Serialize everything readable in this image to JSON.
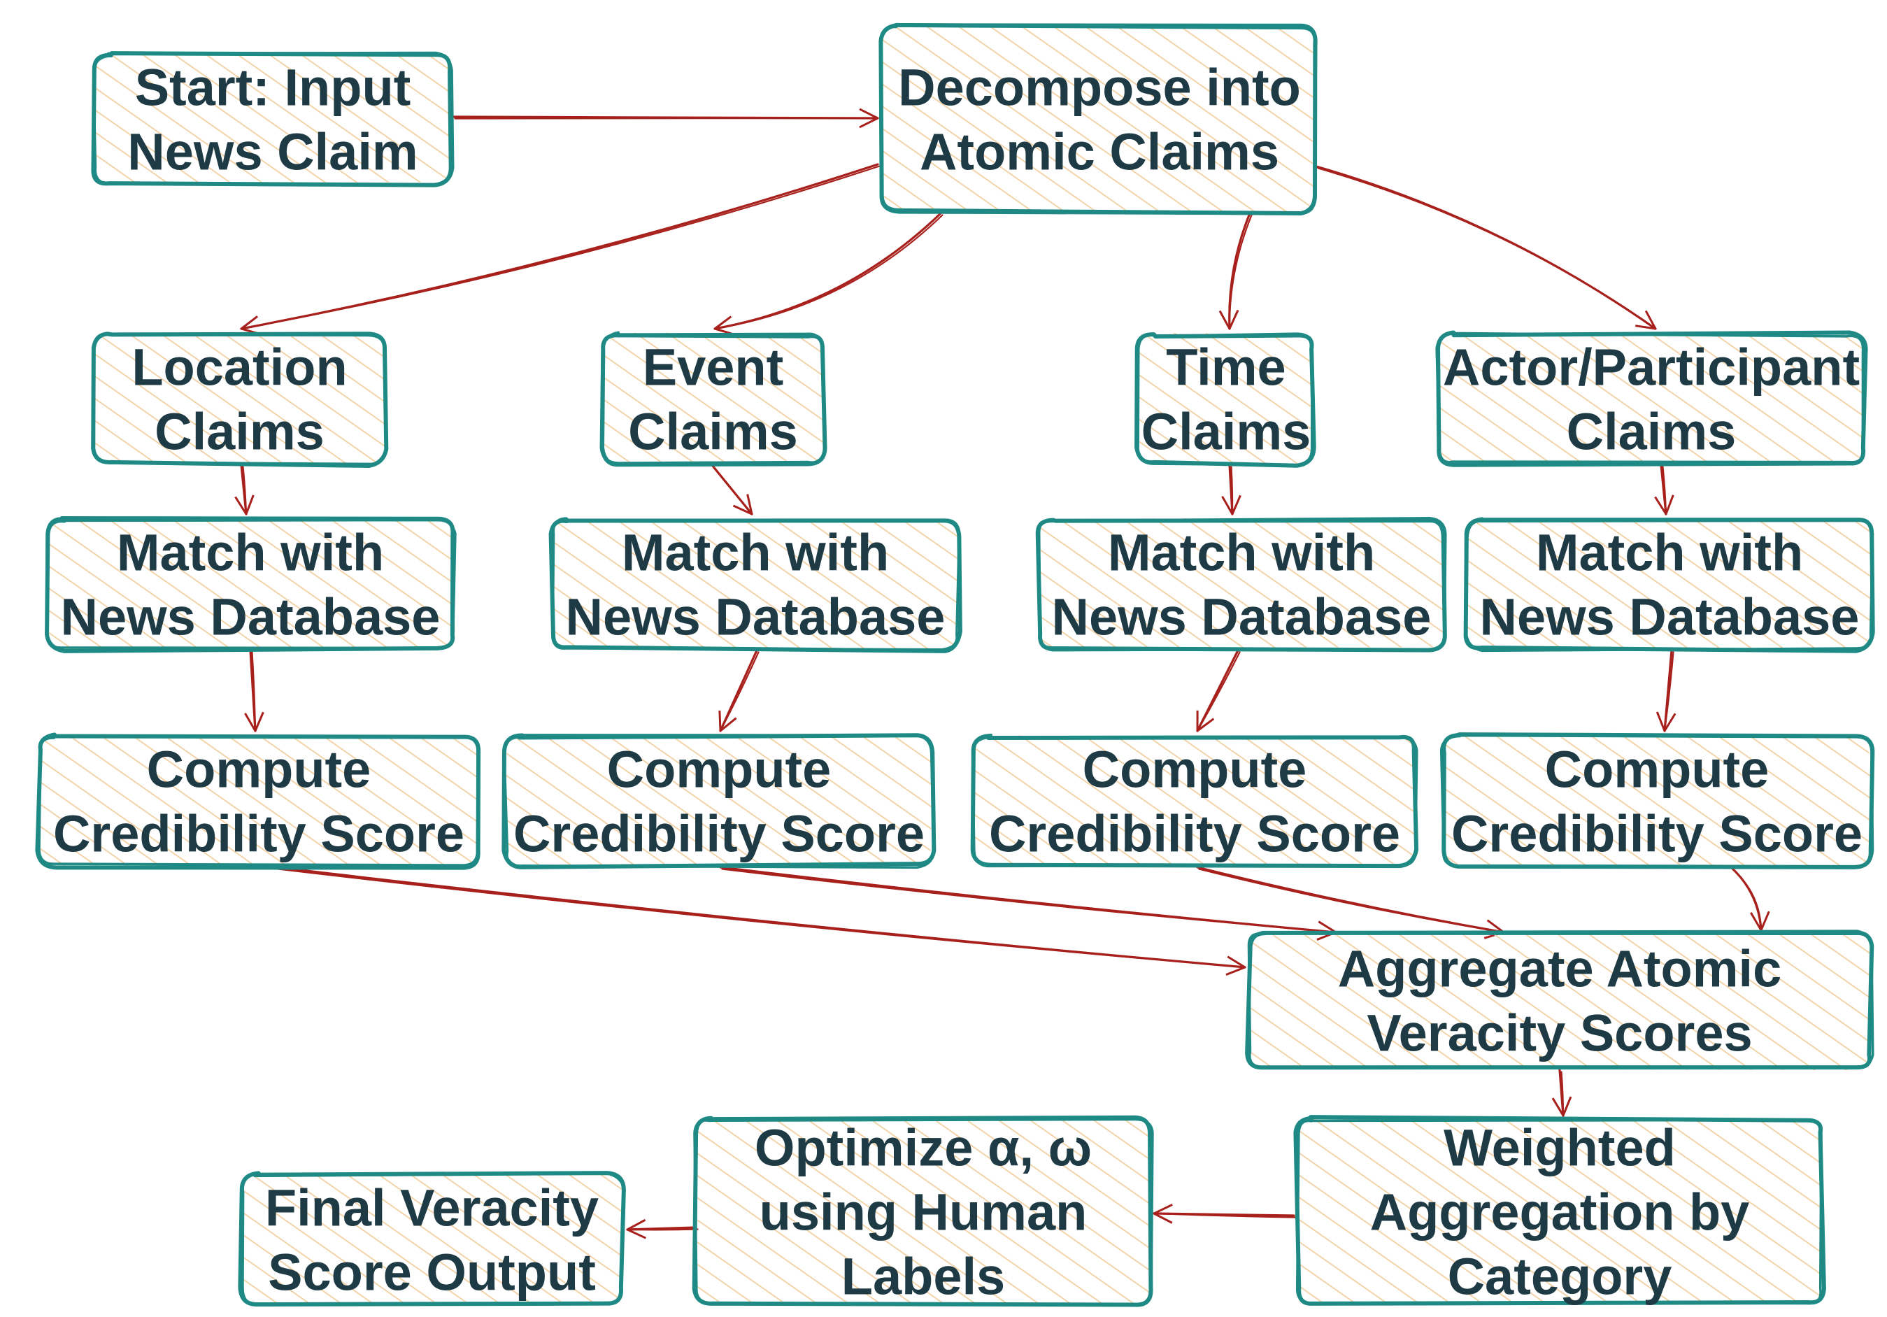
{
  "colors": {
    "box_border": "#1f8a85",
    "hatch": "#f3d3aa",
    "text": "#1e3a44",
    "arrow": "#a8201c"
  },
  "nodes": {
    "start": [
      "Start: Input",
      "News Claim"
    ],
    "decompose": [
      "Decompose into",
      "Atomic Claims"
    ],
    "location": [
      "Location",
      "Claims"
    ],
    "event": [
      "Event",
      "Claims"
    ],
    "time": [
      "Time",
      "Claims"
    ],
    "actor": [
      "Actor/Participant",
      "Claims"
    ],
    "match_location": [
      "Match with",
      "News Database"
    ],
    "match_event": [
      "Match with",
      "News Database"
    ],
    "match_time": [
      "Match with",
      "News Database"
    ],
    "match_actor": [
      "Match with",
      "News Database"
    ],
    "score_location": [
      "Compute",
      "Credibility Score"
    ],
    "score_event": [
      "Compute",
      "Credibility Score"
    ],
    "score_time": [
      "Compute",
      "Credibility Score"
    ],
    "score_actor": [
      "Compute",
      "Credibility Score"
    ],
    "aggregate": [
      "Aggregate Atomic",
      "Veracity Scores"
    ],
    "weighted": [
      "Weighted",
      "Aggregation by",
      "Category"
    ],
    "optimize": [
      "Optimize α, ω",
      "using Human",
      "Labels"
    ],
    "final": [
      "Final Veracity",
      "Score Output"
    ]
  },
  "edges": [
    [
      "start",
      "decompose"
    ],
    [
      "decompose",
      "location"
    ],
    [
      "decompose",
      "event"
    ],
    [
      "decompose",
      "time"
    ],
    [
      "decompose",
      "actor"
    ],
    [
      "location",
      "match_location"
    ],
    [
      "event",
      "match_event"
    ],
    [
      "time",
      "match_time"
    ],
    [
      "actor",
      "match_actor"
    ],
    [
      "match_location",
      "score_location"
    ],
    [
      "match_event",
      "score_event"
    ],
    [
      "match_time",
      "score_time"
    ],
    [
      "match_actor",
      "score_actor"
    ],
    [
      "score_location",
      "aggregate"
    ],
    [
      "score_event",
      "aggregate"
    ],
    [
      "score_time",
      "aggregate"
    ],
    [
      "score_actor",
      "aggregate"
    ],
    [
      "aggregate",
      "weighted"
    ],
    [
      "weighted",
      "optimize"
    ],
    [
      "optimize",
      "final"
    ]
  ]
}
